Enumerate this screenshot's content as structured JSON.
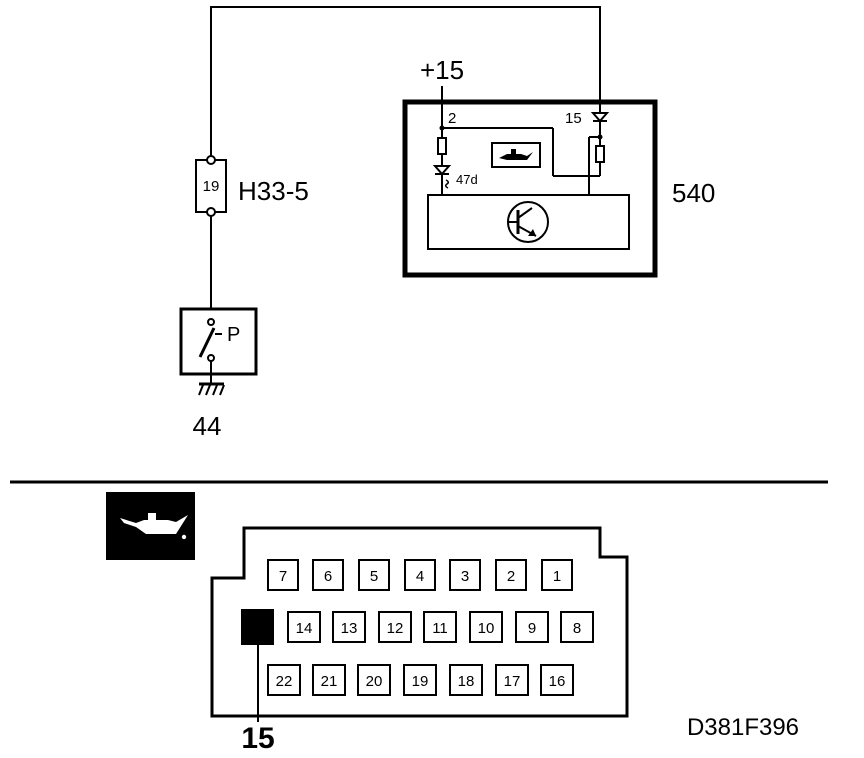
{
  "schematic": {
    "supply_label": "+15",
    "fuse": {
      "number": "19",
      "label": "H33-5"
    },
    "switch": {
      "label": "P",
      "component_number": "44"
    },
    "module": {
      "component_number": "540",
      "pin_supply": "2",
      "pin_warning": "15",
      "resistor_label": "47d",
      "icons": [
        "oil-pressure-gauge-icon",
        "transistor-icon"
      ]
    },
    "ground_icon": "ground-icon"
  },
  "connector": {
    "warning_icon": "oil-can-icon",
    "rows": [
      [
        "7",
        "6",
        "5",
        "4",
        "3",
        "2",
        "1"
      ],
      [
        "14",
        "13",
        "12",
        "11",
        "10",
        "9",
        "8"
      ],
      [
        "22",
        "21",
        "20",
        "19",
        "18",
        "17",
        "16"
      ]
    ],
    "highlighted_pin": "15"
  },
  "figure_code": "D381F396",
  "colors": {
    "line": "#000000",
    "background": "#ffffff"
  }
}
